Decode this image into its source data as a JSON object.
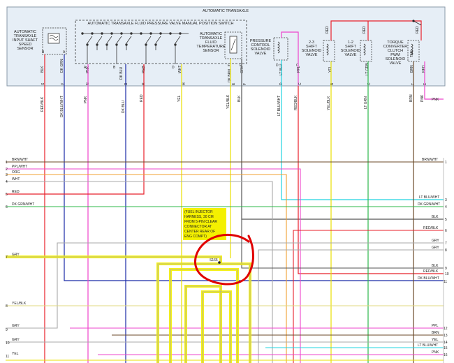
{
  "header": {
    "title": "AUTOMATIC TRANSAXLE",
    "switch_title": "AUTOMATIC TRANSAXLE FLUID PRESSURE VALVE MANUAL POSITION SWITCH"
  },
  "components": {
    "input_speed_sensor": [
      "AUTOMATIC",
      "TRANSAXLE",
      "INPUT SHAFT",
      "SPEED",
      "SENSOR"
    ],
    "temp_sensor": [
      "AUTOMATIC",
      "TRANSAXLE",
      "FLUID",
      "TEMPERATURE",
      "SENSOR"
    ],
    "pressure_solenoid": [
      "PRESSURE",
      "CONTROL",
      "SOLENOID",
      "VALVE"
    ],
    "shift_23": [
      "2-3",
      "SHIFT",
      "SOLENOID",
      "VALVE"
    ],
    "shift_12": [
      "1-2",
      "SHIFT",
      "SOLENOID",
      "VALVE"
    ],
    "tcc": [
      "TORQUE",
      "CONVERTER",
      "CLUTCH",
      "PWM",
      "SOLENOID",
      "VALVE"
    ]
  },
  "pin_labels": {
    "sensor_b": "B",
    "sensor_a": "A",
    "sw_a": "A",
    "sw_b": "B",
    "sw_c": "C",
    "sw_d": "D",
    "temp_e": "E",
    "temp_f": "F",
    "pc_d": "D",
    "pc_c": "C",
    "s23": "B",
    "s12": "C",
    "tcc_t": "T",
    "tcc_e": "E",
    "lower": [
      "S",
      "V",
      "N",
      "B",
      "R",
      "H",
      "E",
      "F",
      "D",
      "C",
      "B",
      "C",
      "T",
      "E"
    ]
  },
  "inner_wires": {
    "blk": "BLK",
    "dkgrn": "DK GRN",
    "pnk": "PNK",
    "dkblu": "DK BLU",
    "red": "RED",
    "wht": "WHT",
    "dkbrn": "DK BRN",
    "gry": "GRY",
    "ltblu": "LT BLU",
    "ppl": "PPL",
    "yel": "YEL",
    "ltgrn": "LT GRN",
    "red_top1": "RED",
    "red_top2": "RED",
    "red_top3": "RED",
    "brn": "BRN",
    "tan": "TAN",
    "red_tcc": "RED"
  },
  "outer_wires": {
    "redblk": "RED/BLK",
    "dkbluwht": "DK BLU/WHT",
    "pnk": "PNK",
    "dkblu": "DK BLU",
    "red": "RED",
    "yel": "YEL",
    "yelblk": "YEL/BLK",
    "blk": "BLK",
    "ltbluwht": "LT BLU/WHT",
    "redblk2": "RED/BLK",
    "yelblk2": "YEL/BLK",
    "ltgrn": "LT GRN",
    "brn": "BRN",
    "pnk2": "PNK",
    "pnk_out": "PNK"
  },
  "left_connector": [
    {
      "num": "1",
      "label": "BRN/WHT"
    },
    {
      "num": "2",
      "label": "PPL/WHT"
    },
    {
      "num": "3",
      "label": "ORG"
    },
    {
      "num": "4",
      "label": "WHT"
    },
    {
      "num": "5",
      "label": "RED"
    },
    {
      "num": "6",
      "label": "DK GRN/WHT"
    },
    {
      "num": "7",
      "label": "GRY"
    },
    {
      "num": "8",
      "label": "YEL/BLK"
    },
    {
      "num": "9",
      "label": "GRY"
    },
    {
      "num": "10",
      "label": "GRY"
    },
    {
      "num": "11",
      "label": "YEL"
    }
  ],
  "right_connector": [
    {
      "num": "1",
      "label": "BRN/WHT"
    },
    {
      "num": "3",
      "label": "LT BLU/WHT"
    },
    {
      "num": "4",
      "label": "DK GRN/WHT"
    },
    {
      "num": "5",
      "label": "BLK"
    },
    {
      "num": "6",
      "label": "RED/BLK"
    },
    {
      "num": "7",
      "label": "GRY"
    },
    {
      "num": "8",
      "label": "GRY"
    },
    {
      "num": "9",
      "label": "BLK"
    },
    {
      "num": "10",
      "label": "RED/BLK"
    },
    {
      "num": "11",
      "label": "DK BLU/WHT"
    },
    {
      "num": "12",
      "label": "PPL"
    },
    {
      "num": "13",
      "label": "BRN"
    },
    {
      "num": "14",
      "label": "YEL"
    },
    {
      "num": "15",
      "label": "LT BLU/WHT"
    },
    {
      "num": "16",
      "label": "PNK"
    }
  ],
  "splice": {
    "note": [
      "(FUEL INJECTOR",
      "HARNESS, 30 CM",
      "FROM 5-PIN CLEAR",
      "CONNECTOR AT",
      "CENTER REAR OF",
      "ENG COMPT)"
    ],
    "label": "S165"
  },
  "colors": {
    "red": "#e8202a",
    "pink": "#ee44cc",
    "blue": "#1a2aa8",
    "yellow": "#e8e000",
    "cyan": "#22d4e0",
    "green": "#2cb84a",
    "orange": "#f0a030",
    "gray": "#a8a8a8",
    "brown": "#6b4a2a",
    "highlight": "#f4f000",
    "annotation": "#e00000"
  }
}
